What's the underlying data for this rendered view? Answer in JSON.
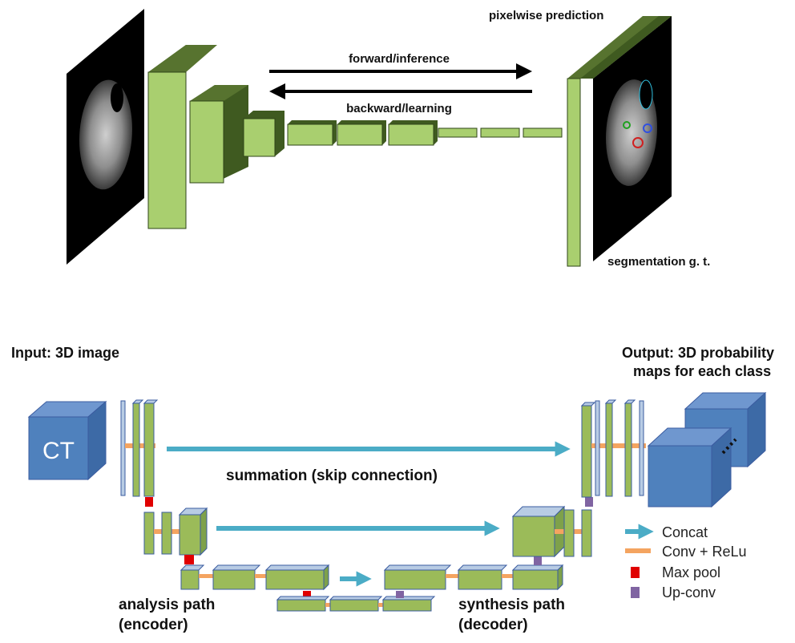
{
  "top": {
    "forward_label": "forward/inference",
    "backward_label": "backward/learning",
    "prediction_label": "pixelwise prediction",
    "groundtruth_label": "segmentation g. t."
  },
  "bottom": {
    "input_label": "Input: 3D image",
    "output_label_line1": "Output: 3D probability",
    "output_label_line2": "maps for each class",
    "ct_label": "CT",
    "skip_label": "summation (skip connection)",
    "analysis_line1": "analysis path",
    "analysis_line2": "(encoder)",
    "synthesis_line1": "synthesis path",
    "synthesis_line2": "(decoder)"
  },
  "legend": [
    {
      "label": "Concat",
      "color": "#4bacc6",
      "shape": "arrow"
    },
    {
      "label": "Conv + ReLu",
      "color": "#f4a460",
      "shape": "bar"
    },
    {
      "label": "Max pool",
      "color": "#e00000",
      "shape": "square"
    },
    {
      "label": "Up-conv",
      "color": "#8064a2",
      "shape": "square"
    }
  ],
  "colors": {
    "block_front": "#a9cf6f",
    "block_side": "#3f5a20",
    "block_top": "#57732f",
    "unet_stroke": "#3b5ca0",
    "unet_fill": "#9bbb59",
    "cube_front": "#4f81bd",
    "arrow_skip": "#4bacc6",
    "conv": "#f4a460",
    "maxpool": "#e00000",
    "upconv": "#8064a2"
  }
}
